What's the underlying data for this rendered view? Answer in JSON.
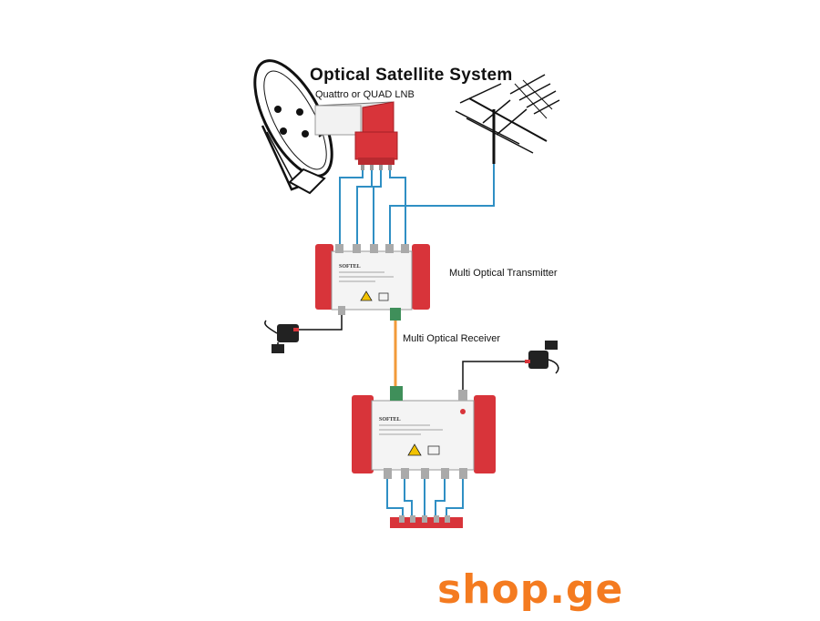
{
  "diagram": {
    "title": "Optical Satellite System",
    "subtitle": "Quattro or QUAD LNB",
    "transmitter_label": "Multi Optical Transmitter",
    "receiver_label": "Multi Optical Receiver",
    "transmitter_brand": "SOFTEL",
    "receiver_brand": "SOFTEL"
  },
  "watermark": {
    "text": "shop.ge",
    "color": "#f47b20"
  },
  "colors": {
    "coax": "#2f8fc4",
    "fiber": "#f29a3a",
    "device_red": "#d8343a",
    "lnb_red": "#d8343a",
    "fiber_connector": "#3f8f5a"
  }
}
